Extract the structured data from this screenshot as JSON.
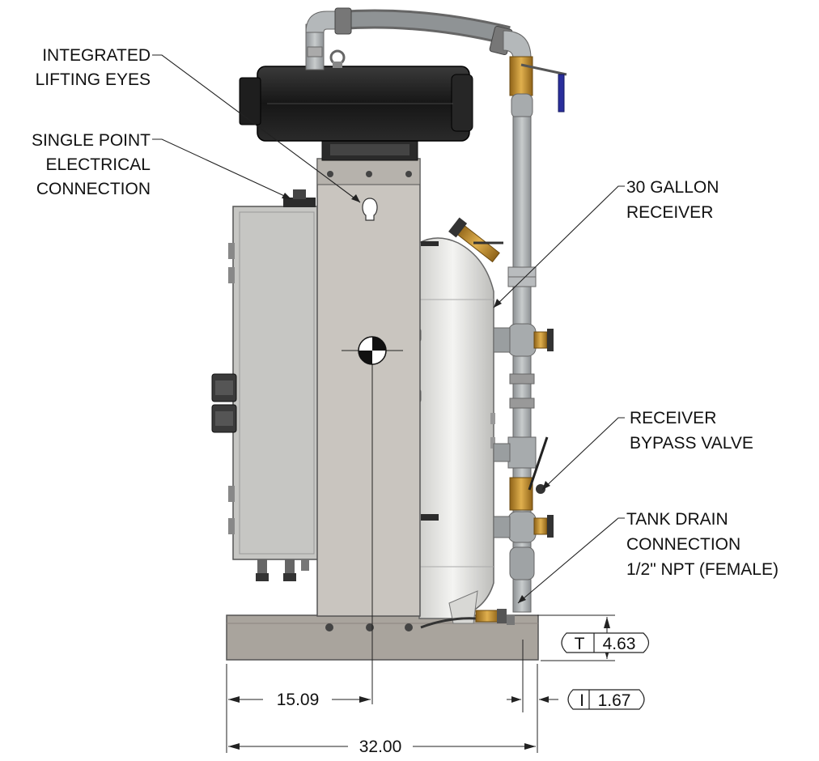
{
  "callouts": {
    "lifting_eyes": [
      "INTEGRATED",
      "LIFTING EYES"
    ],
    "electrical": [
      "SINGLE POINT",
      "ELECTRICAL",
      "CONNECTION"
    ],
    "receiver": [
      "30 GALLON",
      "RECEIVER"
    ],
    "bypass": [
      "RECEIVER",
      "BYPASS VALVE"
    ],
    "drain": [
      "TANK DRAIN",
      "CONNECTION",
      "1/2\" NPT (FEMALE)"
    ]
  },
  "dimensions": {
    "cg_offset": "15.09",
    "overall_width": "32.00",
    "t_label": "T",
    "t_value": "4.63",
    "i_label": "I",
    "i_value": "1.67"
  },
  "colors": {
    "frame": "#c9c5bf",
    "base": "#a9a49d",
    "tank": "#ebebe8",
    "panel": "#c6c6c3",
    "pipe": "#aeb2b4",
    "motor": "#1d1d1d",
    "brass": "#c08a2c",
    "valve_handle": "#2a2f9c"
  }
}
